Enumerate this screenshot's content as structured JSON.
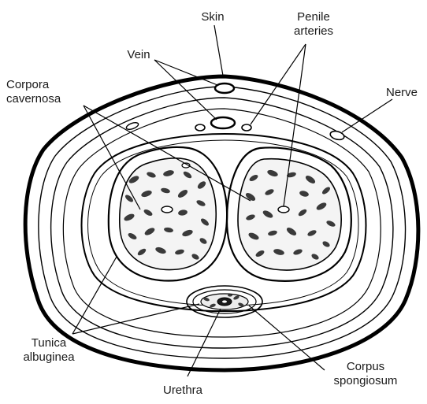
{
  "diagram": {
    "labels": {
      "skin": "Skin",
      "penile_arteries_line1": "Penile",
      "penile_arteries_line2": "arteries",
      "vein": "Vein",
      "nerve": "Nerve",
      "corpora_cavernosa_line1": "Corpora",
      "corpora_cavernosa_line2": "cavernosa",
      "tunica_albuginea_line1": "Tunica",
      "tunica_albuginea_line2": "albuginea",
      "urethra": "Urethra",
      "corpus_spongiosum_line1": "Corpus",
      "corpus_spongiosum_line2": "spongiosum"
    }
  }
}
